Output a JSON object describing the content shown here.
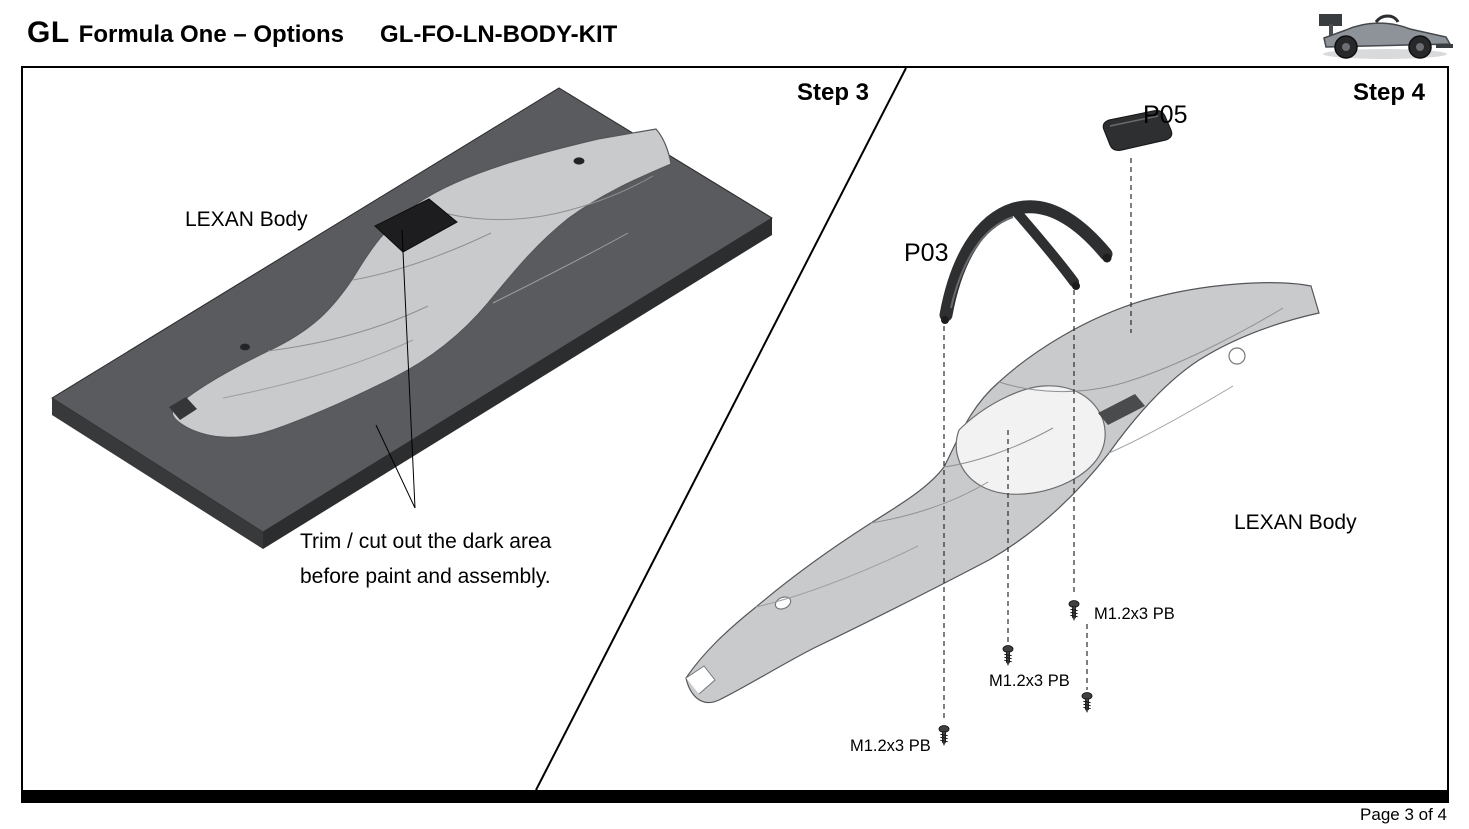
{
  "header": {
    "brand": "GL",
    "title": "Formula One – Options",
    "kit_code": "GL-FO-LN-BODY-KIT",
    "logo_icon": "f1-car-photo-icon"
  },
  "steps": {
    "step3": {
      "label": "Step 3",
      "body_label": "LEXAN Body",
      "note_line1": "Trim / cut out the dark area",
      "note_line2": "before paint and assembly."
    },
    "step4": {
      "label": "Step 4",
      "body_label": "LEXAN Body",
      "parts": [
        {
          "id": "P03"
        },
        {
          "id": "P05"
        }
      ],
      "screws": [
        {
          "label": "M1.2x3 PB"
        },
        {
          "label": "M1.2x3 PB"
        },
        {
          "label": "M1.2x3 PB"
        }
      ]
    }
  },
  "footer": {
    "page_label": "Page 3 of 4"
  },
  "colors": {
    "shell_gray": "#c9cacc",
    "plate_top_gray": "#5a5b5e",
    "plate_side_gray": "#38393b",
    "dark_part": "#2e2f31",
    "line_black": "#000000"
  }
}
